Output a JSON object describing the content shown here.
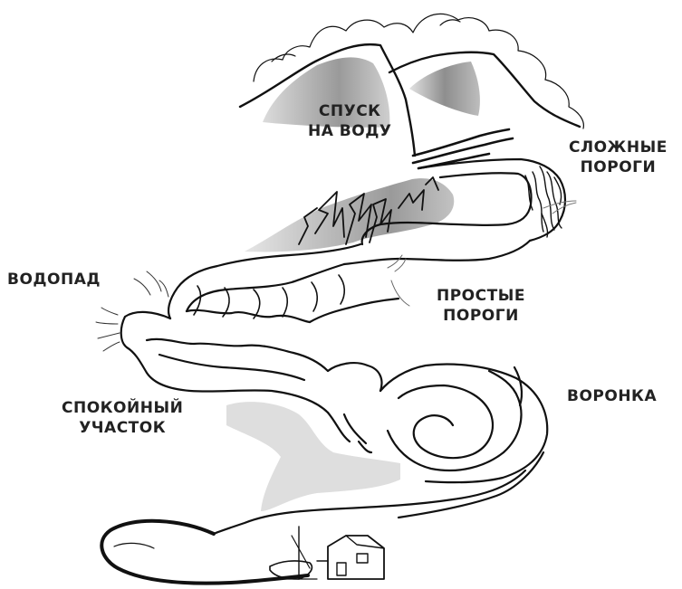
{
  "labels": {
    "launch": {
      "line1": "СПУСК",
      "line2": "НА ВОДУ"
    },
    "hard_rapids": {
      "line1": "СЛОЖНЫЕ",
      "line2": "ПОРОГИ"
    },
    "waterfall": "ВОДОПАД",
    "easy_rapids": {
      "line1": "ПРОСТЫЕ",
      "line2": "ПОРОГИ"
    },
    "whirlpool": "ВОРОНКА",
    "calm_section": {
      "line1": "СПОКОЙНЫЙ",
      "line2": "УЧАСТОК"
    }
  },
  "colors": {
    "ink": "#111111",
    "label": "#222222",
    "shade_dark": "#8c8c8c",
    "shade_light": "#dedede"
  }
}
